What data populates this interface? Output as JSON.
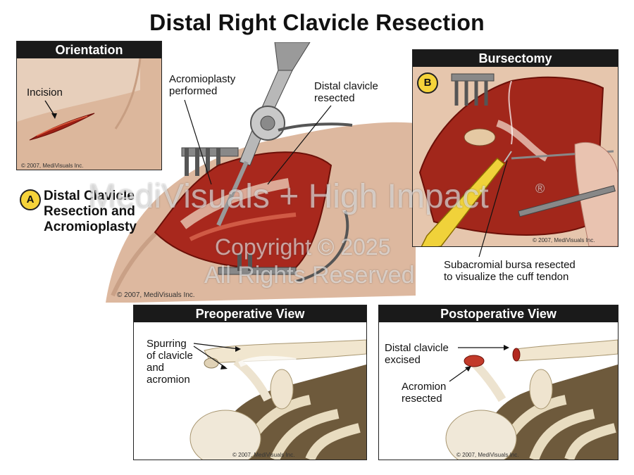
{
  "title": "Distal Right Clavicle Resection",
  "orientation": {
    "header": "Orientation",
    "incision_label": "Incision",
    "copyright": "© 2007, MediVisuals Inc."
  },
  "main": {
    "badge": "A",
    "label_line1": "Distal Clavicle",
    "label_line2": "Resection and",
    "label_line3": "Acromioplasty",
    "acromioplasty_line1": "Acromioplasty",
    "acromioplasty_line2": "performed",
    "clavicle_line1": "Distal clavicle",
    "clavicle_line2": "resected",
    "copyright": "© 2007, MediVisuals Inc."
  },
  "bursectomy": {
    "header": "Bursectomy",
    "badge": "B",
    "copyright": "© 2007, MediVisuals Inc.",
    "caption_line1": "Subacromial bursa resected",
    "caption_line2": "to visualize the cuff tendon"
  },
  "preop": {
    "header": "Preoperative View",
    "label_line1": "Spurring",
    "label_line2": "of clavicle",
    "label_line3": "and",
    "label_line4": "acromion",
    "copyright": "© 2007, MediVisuals Inc."
  },
  "postop": {
    "header": "Postoperative View",
    "clavicle_line1": "Distal clavicle",
    "clavicle_line2": "excised",
    "acromion_line1": "Acromion",
    "acromion_line2": "resected",
    "copyright": "© 2007, MediVisuals Inc."
  },
  "watermark": {
    "line1": "MediVisuals + High Impact",
    "reg": "®",
    "line2": "Copyright © 2025",
    "line3": "All Rights Reserved"
  }
}
